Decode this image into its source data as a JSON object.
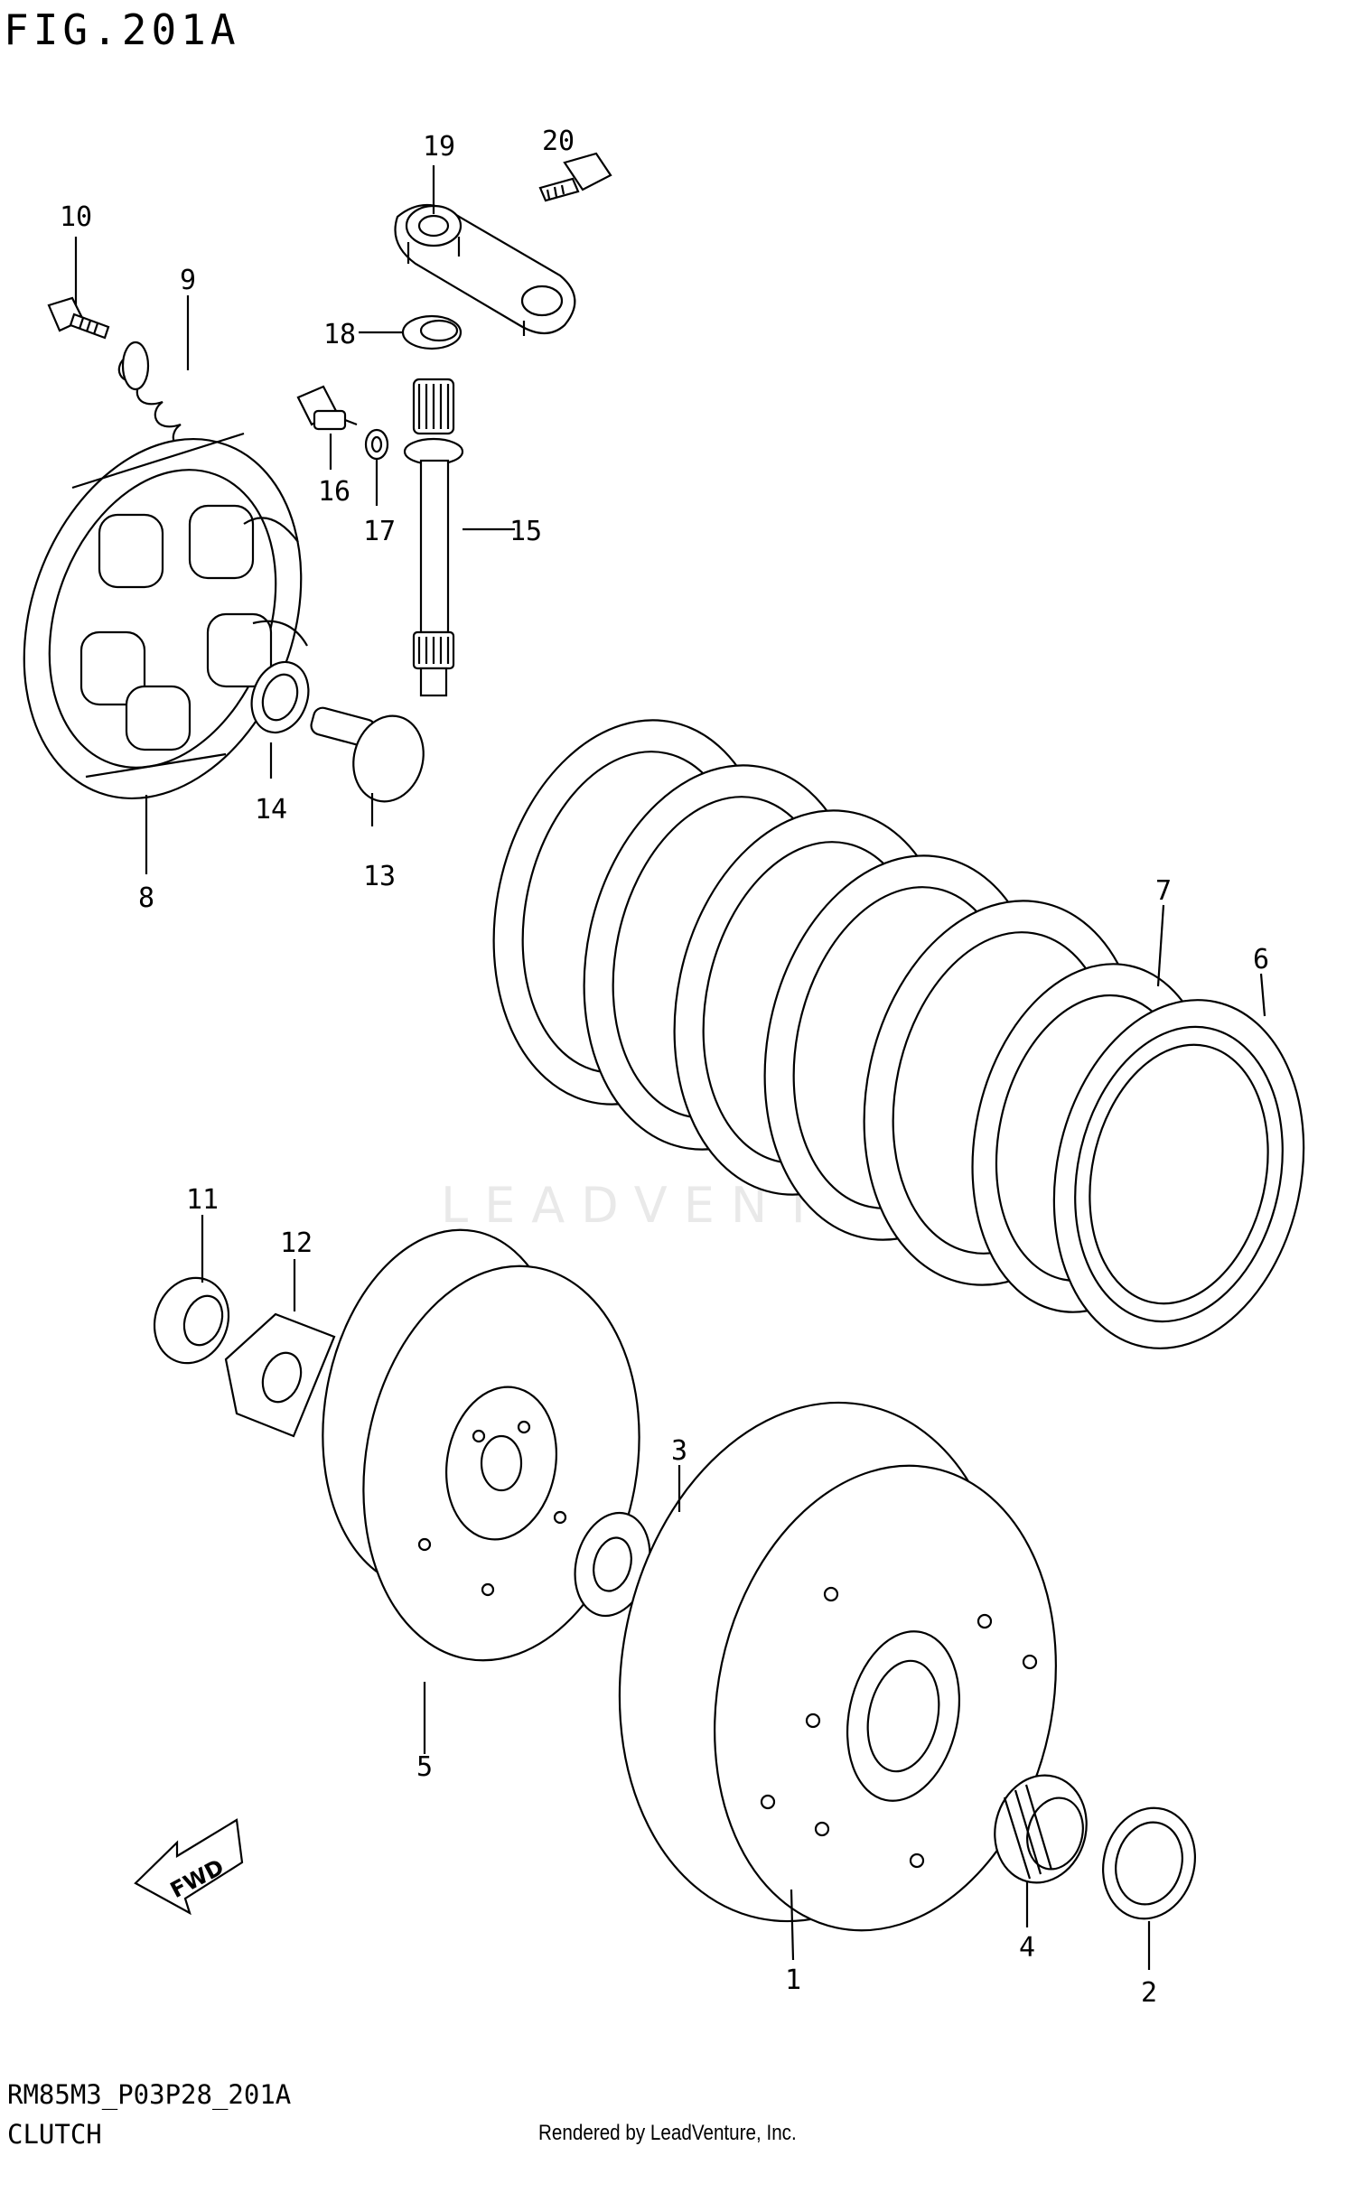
{
  "figure": {
    "title": "FIG.201A",
    "code": "RM85M3_P03P28_201A",
    "name": "CLUTCH",
    "rendered_by": "Rendered by LeadVenture, Inc.",
    "watermark": "LEADVENTURE",
    "fwd_label": "FWD"
  },
  "callouts": [
    "1",
    "2",
    "3",
    "4",
    "5",
    "6",
    "7",
    "8",
    "9",
    "10",
    "11",
    "12",
    "13",
    "14",
    "15",
    "16",
    "17",
    "18",
    "19",
    "20"
  ]
}
